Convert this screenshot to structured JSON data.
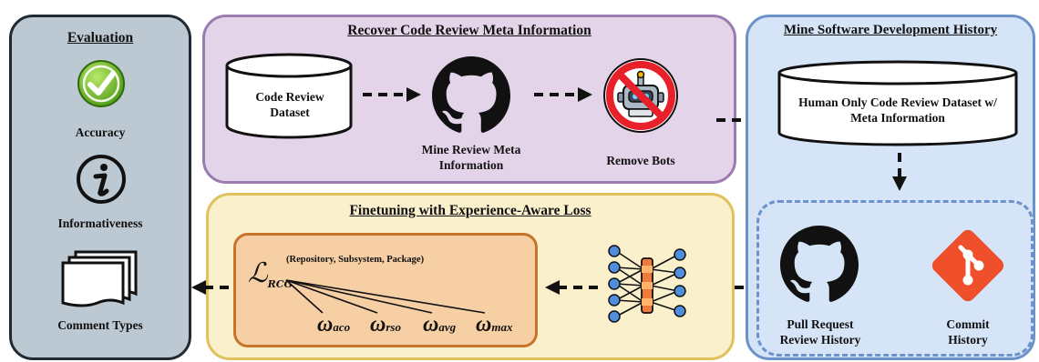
{
  "evaluation": {
    "title": "Evaluation",
    "items": [
      {
        "label": "Accuracy",
        "icon": "check-badge-icon"
      },
      {
        "label": "Informativeness",
        "icon": "info-circle-icon"
      },
      {
        "label": "Comment Types",
        "icon": "stacked-pages-icon"
      }
    ]
  },
  "recover": {
    "title": "Recover Code Review Meta Information",
    "dataset_label": "Code Review Dataset",
    "mine_label": "Mine Review Meta Information",
    "remove_label": "Remove Bots"
  },
  "mine_history": {
    "title": "Mine Software Development History",
    "dataset_label": "Human Only Code Review Dataset w/ Meta Information",
    "pull_request_label": "Pull Request Review History",
    "commit_label": "Commit History"
  },
  "finetune": {
    "title": "Finetuning with Experience-Aware Loss",
    "loss_symbol": "ℒ",
    "loss_subscript": "RCG",
    "loss_scope": "(Repository, Subsystem, Package)",
    "weights": [
      {
        "symbol": "ω",
        "sub": "aco"
      },
      {
        "symbol": "ω",
        "sub": "rso"
      },
      {
        "symbol": "ω",
        "sub": "avg"
      },
      {
        "symbol": "ω",
        "sub": "max"
      }
    ]
  },
  "colors": {
    "evaluation_bg": "#bcc8d2",
    "recover_bg": "#e4d4ea",
    "recover_border": "#9b7bb0",
    "mine_bg": "#d6e4f7",
    "mine_border": "#6c93c9",
    "finetune_bg": "#fbf0cc",
    "finetune_border": "#e0c25c",
    "loss_box_bg": "#f6cfa4",
    "loss_box_border": "#c7742a",
    "git_red": "#ef4f2b"
  }
}
